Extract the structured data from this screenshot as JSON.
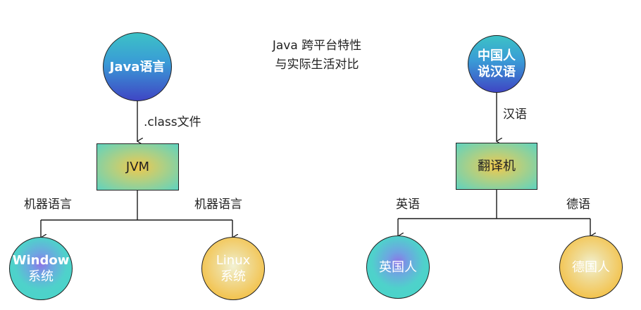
{
  "title": {
    "line1": "Java 跨平台特性",
    "line2": "与实际生活对比"
  },
  "left": {
    "top_node": "Java语言",
    "edge_label": ".class文件",
    "middle_node": "JVM",
    "left_edge_label": "机器语言",
    "right_edge_label": "机器语言",
    "left_leaf_line1": "Window",
    "left_leaf_line2": "系统",
    "right_leaf_line1": "Linux",
    "right_leaf_line2": "系统"
  },
  "right": {
    "top_node_line1": "中国人",
    "top_node_line2": "说汉语",
    "edge_label": "汉语",
    "middle_node": "翻译机",
    "left_edge_label": "英语",
    "right_edge_label": "德语",
    "left_leaf": "英国人",
    "right_leaf": "德国人"
  },
  "colors": {
    "line": "#1a1a1a",
    "blue_node": "#3a8ad6",
    "teal_node": "#45d7c6",
    "orange_node": "#f2bc43"
  }
}
